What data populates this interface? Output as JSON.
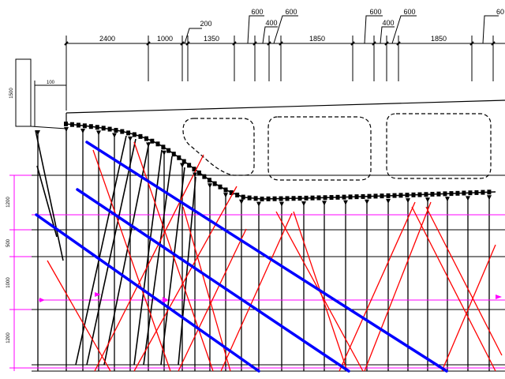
{
  "drawing": {
    "top_dimensions": {
      "spans": [
        "2400",
        "1000",
        "1350",
        "1850",
        "1850"
      ],
      "callouts": [
        "200",
        "600",
        "400",
        "600",
        "600",
        "400",
        "600",
        "60"
      ]
    },
    "left_dimensions": {
      "box_height": "1500",
      "box_width": "100",
      "levels": [
        "1200",
        "500",
        "1000",
        "1200"
      ]
    },
    "colors": {
      "structure": "#000000",
      "main_brace": "#0000ff",
      "cross_brace": "#ff0000",
      "level_line": "#ff00ff"
    }
  }
}
